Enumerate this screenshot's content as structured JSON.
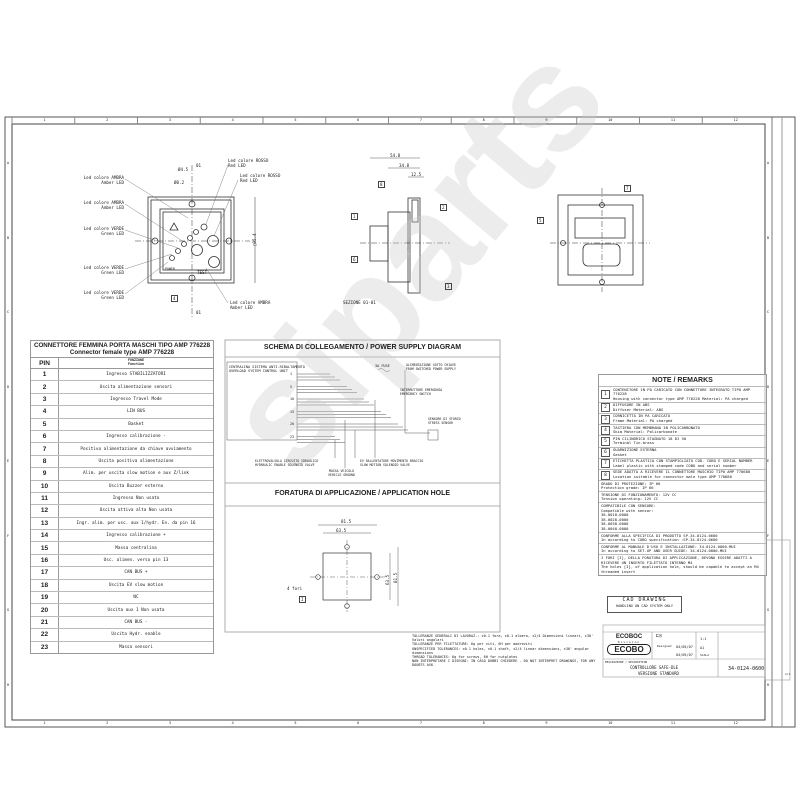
{
  "front_view": {
    "labels": [
      {
        "it": "Led colore AMBRA",
        "en": "Amber LED"
      },
      {
        "it": "Led colore AMBRA",
        "en": "Amber LED"
      },
      {
        "it": "Led colore VERDE",
        "en": "Green LED"
      },
      {
        "it": "Led colore VERDE",
        "en": "Green LED"
      },
      {
        "it": "Led colore VERDE",
        "en": "Green LED"
      },
      {
        "it": "Led colore ROSSO",
        "en": "Red LED"
      },
      {
        "it": "Led colore ROSSO",
        "en": "Red LED"
      },
      {
        "it": "Led colore AMBRA",
        "en": "Amber LED"
      }
    ],
    "dia1": "Ø4.5",
    "dia2": "Ø0.2",
    "section_mark": "01",
    "dim_height": "□95.4",
    "power": "POWER",
    "test": "TEST",
    "callout": "4"
  },
  "section_view": {
    "dims": [
      "54.8",
      "34.8",
      "12.5"
    ],
    "callouts": [
      "1",
      "2",
      "3",
      "6",
      "8"
    ],
    "caption": "SEZIONE 01-01"
  },
  "rear_view": {
    "callouts": [
      "5",
      "7"
    ]
  },
  "pin_table": {
    "title_it": "CONNETTORE FEMMINA PORTA MASCHI TIPO AMP 776228",
    "title_en": "Connector female type AMP 776228",
    "col_pin": "PIN",
    "col_func_it": "FUNZIONE",
    "col_func_en": "Function",
    "rows": [
      {
        "pin": "1",
        "fn": "Ingresso STABILIZZATORI"
      },
      {
        "pin": "2",
        "fn": "Uscita alimentazione sensori"
      },
      {
        "pin": "3",
        "fn": "Ingresso Travel Mode"
      },
      {
        "pin": "4",
        "fn": "LIN BUS"
      },
      {
        "pin": "5",
        "fn": "Basket"
      },
      {
        "pin": "6",
        "fn": "Ingresso calibrazione -"
      },
      {
        "pin": "7",
        "fn": "Positivo alimentazione da chiave avviamento"
      },
      {
        "pin": "8",
        "fn": "Uscita positiva alimentazione"
      },
      {
        "pin": "9",
        "fn": "Alim. per uscita slow motion e aux Z/link"
      },
      {
        "pin": "10",
        "fn": "Uscita Buzzer esterno"
      },
      {
        "pin": "11",
        "fn": "Ingresso Non usato"
      },
      {
        "pin": "12",
        "fn": "Uscita attiva alta Non usata"
      },
      {
        "pin": "13",
        "fn": "Ingr. alim. per usc. aux 1/hydr. En. da pin 16"
      },
      {
        "pin": "14",
        "fn": "Ingresso calibrazione +"
      },
      {
        "pin": "15",
        "fn": "Massa centralina"
      },
      {
        "pin": "16",
        "fn": "Usc. alimen. verso pin 13"
      },
      {
        "pin": "17",
        "fn": "CAN BUS +"
      },
      {
        "pin": "18",
        "fn": "Uscita EV slow motion"
      },
      {
        "pin": "19",
        "fn": "NC"
      },
      {
        "pin": "20",
        "fn": "Uscita aux 1 Non usata"
      },
      {
        "pin": "21",
        "fn": "CAN BUS -"
      },
      {
        "pin": "22",
        "fn": "Uscita Hydr. enable"
      },
      {
        "pin": "23",
        "fn": "Massa sensori"
      }
    ]
  },
  "diagram": {
    "title": "SCHEMA DI COLLEGAMENTO / POWER SUPPLY DIAGRAM",
    "unit_it": "CENTRALINA SISTEMA ANTI-RIBALTAMENTO",
    "unit_en": "OVERLOAD SYSTEM CONTROL UNIT",
    "pins": [
      "1",
      "5",
      "10",
      "15",
      "20",
      "23"
    ],
    "fuse": "3A FUSE",
    "supply_it": "ALIMENTAZIONE SOTTO CHIAVE",
    "supply_en": "FROM SWITCHED POWER SUPPLY",
    "switch_it": "INTERRUTTORE EMERGENZA",
    "switch_en": "EMERGENCY SWITCH",
    "sensor_it": "SENSORE DI SFORZO",
    "sensor_en": "STRESS SENSOR",
    "valve1_it": "ELETTROVALVOLA CIRCUITO IDRAULICO",
    "valve1_en": "HYDRAULIC ENABLE SOLENOID VALVE",
    "ground_it": "MASSA VEICOLO",
    "ground_en": "VEHICLE GROUND",
    "valve2_it": "EV RALLENTATORE MOVIMENTO BRACCIO",
    "valve2_en": "SLOW MOTION SOLENOID VALVE"
  },
  "hole": {
    "title": "FORATURA DI APPLICAZIONE / APPLICATION HOLE",
    "dims": [
      "81.5",
      "63.5",
      "63.5",
      "81.5"
    ],
    "holes_label": "4 fori",
    "callout": "I"
  },
  "notes": {
    "title": "NOTE / REMARKS",
    "items": [
      {
        "n": "1",
        "it": "CONTENITORE IN PA CARICATO CON CONNETTORE INTEGRATO TIPO AMP 776228",
        "en": "Housing with connector type AMP 776228 Material: PA charged"
      },
      {
        "n": "2",
        "it": "DIFFUSORE IN ABS",
        "en": "Diffuser Material: ABS"
      },
      {
        "n": "3",
        "it": "CORNICETTA IN PA CARICATO",
        "en": "Frame Material: PA charged"
      },
      {
        "n": "4",
        "it": "TASTIERA CON MEMBRANA IN POLICARBONATO",
        "en": "Skim Material: Policarbonate"
      },
      {
        "n": "5",
        "it": "PIN CILINDRICO STAGNATO 18 DI 50",
        "en": "Terminal Tin-brass"
      },
      {
        "n": "6",
        "it": "GUARNIZIONE ESTERNA",
        "en": "Gasket"
      },
      {
        "n": "7",
        "it": "ETICHETTA PLASTICA CON STAMPIGLIATO COD. COBO E SERIAL NUMBER",
        "en": "Label plastic with stamped code COBO and serial number"
      },
      {
        "n": "8",
        "it": "SEDE ADATTA A RICEVERE IL CONNETTORE MASCHIO TIPO AMP 770680",
        "en": "Location suitable for connector male type AMP 770680"
      }
    ],
    "extra": [
      "GRADO DI PROTEZIONE: IP 66\nProtection grade: IP 66",
      "TENSIONE DI FUNZIONAMENTO: 12V CC\nTension operating: 12V CC",
      "COMPATIBILE CON SENSORE:\nCompatible with sensor:\n38-0018-0000\n38-0028-0000\n38-0038-0000\n38-0040-0000",
      "CONFORME ALLA SPECIFICA DI PRODOTTO SP-34-0124-0600\nIn according to COBO specification :SP-34-0124-0600",
      "CONFORME AL MANUALE D'USO E INSTALLAZIONE: 34-0124-0000-MUI\nIn according to SET-UP AND USER GUIDE: 34-0124-0000-MUI",
      "I FORI [I], DELLA FORATURA DI APPLICAZIONE, DEVONO ESSERE ADATTI A RICEVERE UN INSERTO FILETTATO INTERNO M4\nThe holes [I], of application hole, should be capable to accept an M4 threaded insert"
    ]
  },
  "cad": {
    "line1": "CAD DRAWING",
    "line2": "HANDLING ON CAD SYSTEM ONLY"
  },
  "tolerances": [
    "TOLLERANZE GENERALI DI LAVORAZ.: ±0.1 fora, ±0.1 albero, ±2/4 Dimensioni lineari, ±30' Valori angolari",
    "TOLLERANZE PER FILETTATURE: 6g per viti, 6H per madreviti",
    "UNSPECIFIED TOLERANCES: ±0.1 holes, ±0.1 shaft, ±2/4 linear dimensions, ±30' angular dimensions",
    "THREAD TOLERANCES: 6g for screws, 6H for nutplates",
    "NON INTERPRETARE I DISEGNI: IN CASO DUBBI CHIEDERE - DO NOT INTERPRET DRAWINGS, FOR ANY DOUBTS ASK"
  ],
  "title_block": {
    "brand": "ECOBOC",
    "division": "Division",
    "brand2": "ECOBO",
    "designed": "Designed",
    "date1": "04/05/07",
    "date2": "04/05/07",
    "scale": "1:1",
    "format": "A1",
    "weight": "SCALA",
    "description_label": "DESCRIZIONE / DESCRIPTION",
    "description1": "CONTROLLORE SAFE-DLE",
    "description2": "VERSIONE STANDARD",
    "code": "34-0124-0600",
    "sheet": "1/1"
  },
  "grid": {
    "columns": [
      "1",
      "2",
      "3",
      "4",
      "5",
      "6",
      "7",
      "8",
      "9",
      "10",
      "11",
      "12"
    ],
    "rows": [
      "A",
      "B",
      "C",
      "D",
      "E",
      "F",
      "G",
      "H"
    ]
  },
  "watermark": "siparts",
  "colors": {
    "line": "#333333",
    "grid": "#999999",
    "watermark": "#c8c8c8"
  }
}
